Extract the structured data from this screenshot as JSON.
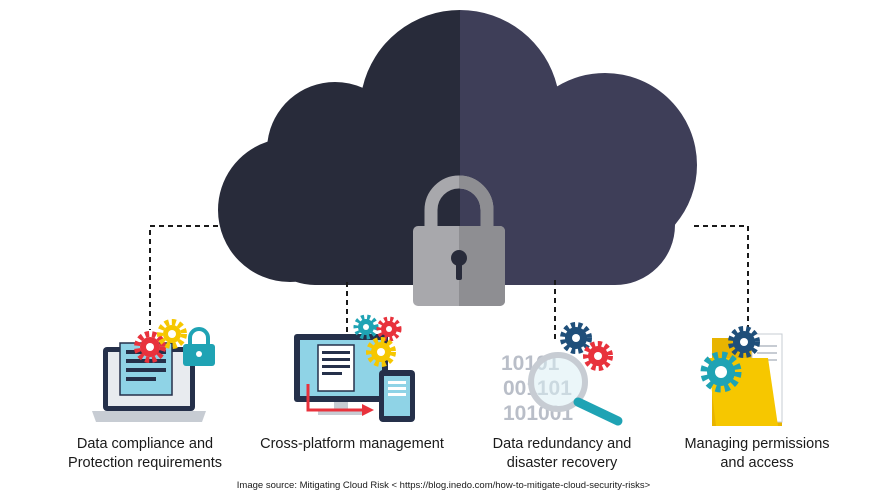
{
  "items": [
    {
      "line1": "Data compliance and",
      "line2": "Protection requirements"
    },
    {
      "line1": "Cross-platform management",
      "line2": ""
    },
    {
      "line1": "Data redundancy and",
      "line2": "disaster recovery"
    },
    {
      "line1": "Managing permissions",
      "line2": "and access"
    }
  ],
  "binary": {
    "row1": "10101",
    "row2": "001101",
    "row3": "101001"
  },
  "source_note": "Image source:  Mitigating Cloud Risk < https://blog.inedo.com/how-to-mitigate-cloud-security-risks>",
  "colors": {
    "cloud_dark": "#282b3a",
    "cloud_light": "#3e3e58",
    "lock_body": "#a8a8ac",
    "lock_shadow": "#8e8e92",
    "teal": "#1fa3b4",
    "red": "#e8323c",
    "yellow": "#f6c700",
    "navy": "#1f4f7a"
  }
}
